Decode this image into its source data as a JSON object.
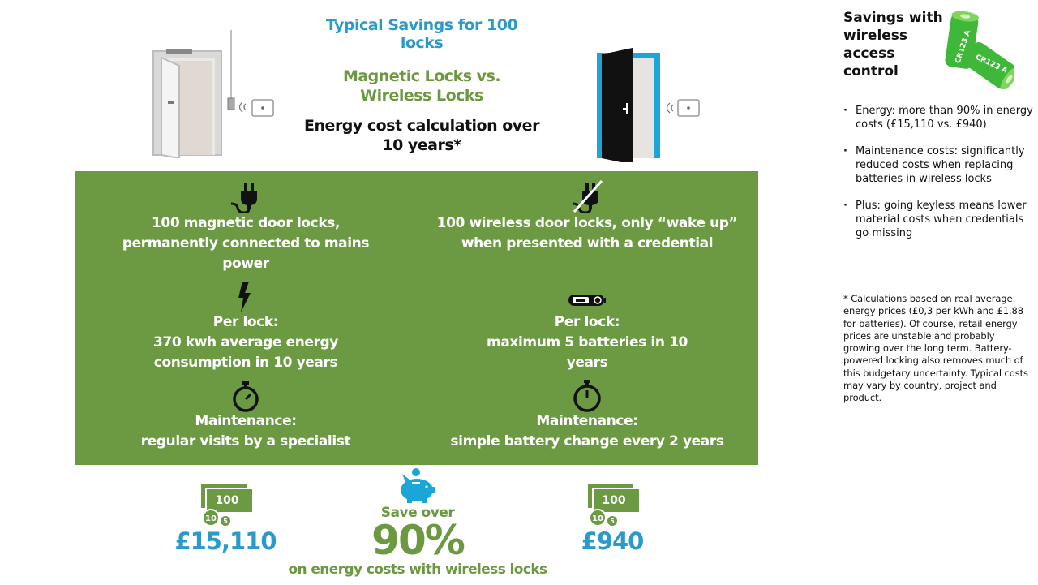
{
  "header": {
    "title": "Typical Savings for 100 locks",
    "subtitle": "Magnetic Locks vs. Wireless Locks",
    "calculation": "Energy cost calculation over 10 years*"
  },
  "left": {
    "locks_text": "100 magnetic door locks, permanently connected to mains power",
    "per_lock_heading": "Per lock:",
    "per_lock_text": "370 kwh average energy consumption in 10 years",
    "maintenance_heading": "Maintenance:",
    "maintenance_text": "regular visits by a specialist",
    "price": "£15,110"
  },
  "right": {
    "locks_text": "100 wireless door locks, only “wake up” when presented with a credential",
    "per_lock_heading": "Per lock:",
    "per_lock_text": "maximum 5 batteries in 10 years",
    "maintenance_heading": "Maintenance:",
    "maintenance_text": "simple battery change every 2 years",
    "price": "£940"
  },
  "savings": {
    "save_over": "Save over",
    "percent": "90%",
    "note": "on energy costs with wireless locks"
  },
  "money_icon": {
    "note_value": "100",
    "coin_big": "10",
    "coin_small": "5"
  },
  "battery_label": "CR123 A",
  "sidebar": {
    "title": "Savings with wireless access control",
    "items": [
      "Energy: more than 90% in energy costs (£15,110 vs. £940)",
      "Maintenance costs: significantly reduced costs when replacing batteries in wireless locks",
      "Plus: going keyless means lower material costs when credentials go missing"
    ],
    "footnote": "* Calculations based on real average energy prices (£0,3 per kWh and £1.88 for batteries). Of course, retail energy prices are unstable and probably growing over the long term. Battery-powered locking also removes much of this budgetary uncertainty. Typical costs may vary by country, project and product."
  },
  "colors": {
    "green": "#6b9a43",
    "blue": "#2a9ac9",
    "battery_green": "#3fb83a"
  },
  "icons": [
    "plug-icon",
    "plug-crossed-icon",
    "lightning-icon",
    "battery-icon",
    "stopwatch-icon",
    "piggy-bank-icon",
    "money-icon",
    "door-icon",
    "reader-icon"
  ]
}
